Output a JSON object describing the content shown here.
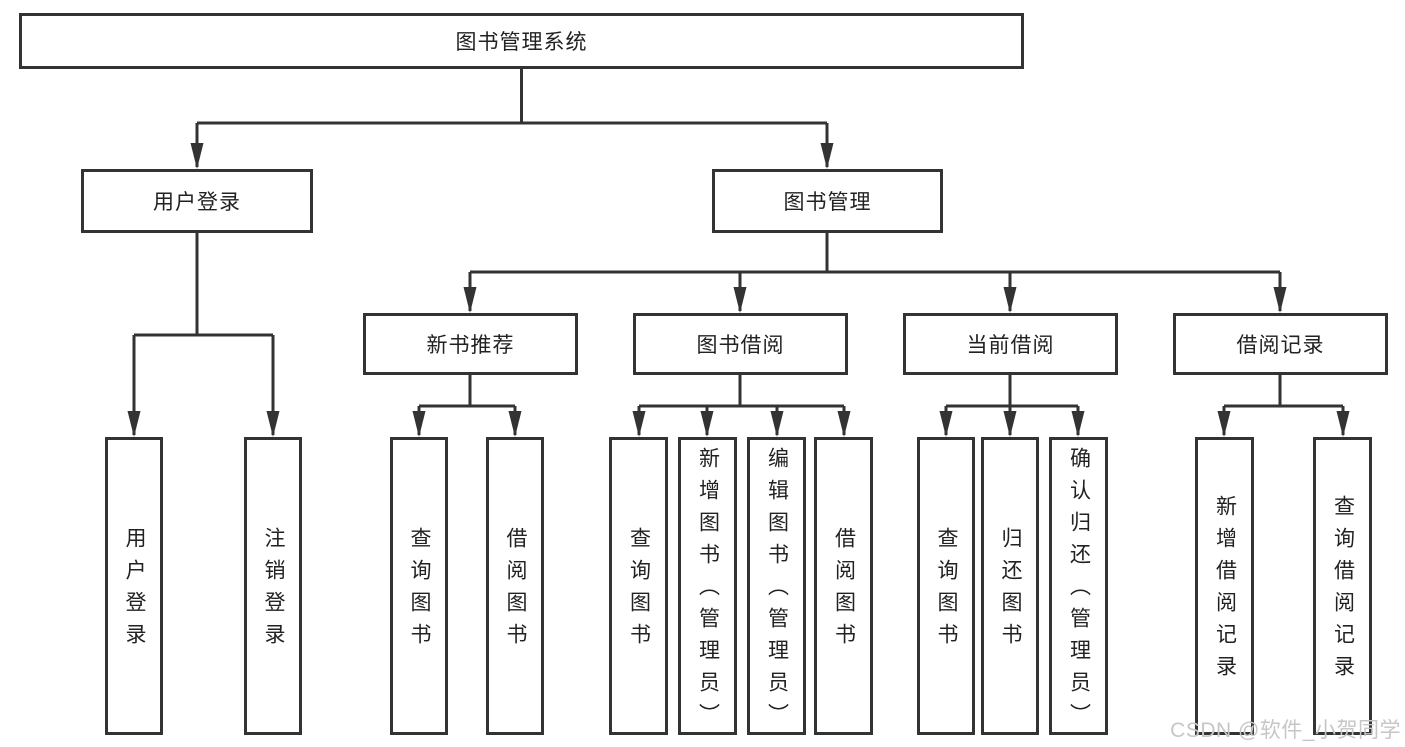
{
  "diagram_type": "hierarchy",
  "tree": {
    "label": "图书管理系统",
    "children": [
      {
        "label": "用户登录",
        "children": [
          {
            "label": "用户登录"
          },
          {
            "label": "注销登录"
          }
        ]
      },
      {
        "label": "图书管理",
        "children": [
          {
            "label": "新书推荐",
            "children": [
              {
                "label": "查询图书"
              },
              {
                "label": "借阅图书"
              }
            ]
          },
          {
            "label": "图书借阅",
            "children": [
              {
                "label": "查询图书"
              },
              {
                "label": "新增图书（管理员）"
              },
              {
                "label": "编辑图书（管理员）"
              },
              {
                "label": "借阅图书"
              }
            ]
          },
          {
            "label": "当前借阅",
            "children": [
              {
                "label": "查询图书"
              },
              {
                "label": "归还图书"
              },
              {
                "label": "确认归还（管理员）"
              }
            ]
          },
          {
            "label": "借阅记录",
            "children": [
              {
                "label": "新增借阅记录"
              },
              {
                "label": "查询借阅记录"
              }
            ]
          }
        ]
      }
    ]
  },
  "watermark": "CSDN @软件_小贺同学",
  "colors": {
    "line": "#333333",
    "box_border": "#333333",
    "text": "#222222",
    "background": "#ffffff",
    "watermark": "#c6c6c6"
  }
}
